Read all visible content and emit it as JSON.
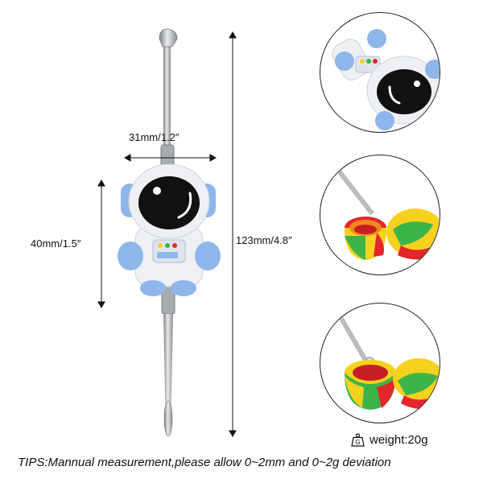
{
  "dimensions": {
    "width_label": "31mm/1.2″",
    "height_label": "40mm/1.5″",
    "length_label": "123mm/4.8″"
  },
  "weight": {
    "icon": "weight-icon",
    "icon_letter": "G",
    "label": "weight:20g"
  },
  "tips": "TIPS:Mannual measurement,please allow 0~2mm and 0~2g deviation",
  "colors": {
    "astronaut_white": "#eef0f3",
    "astronaut_blue": "#8fb6ea",
    "visor": "#111111",
    "steel": "#b9bcc0",
    "jar_red": "#e5262b",
    "jar_yellow": "#f6d21e",
    "jar_green": "#3bb54a",
    "jar_orange": "#f08a1d"
  }
}
